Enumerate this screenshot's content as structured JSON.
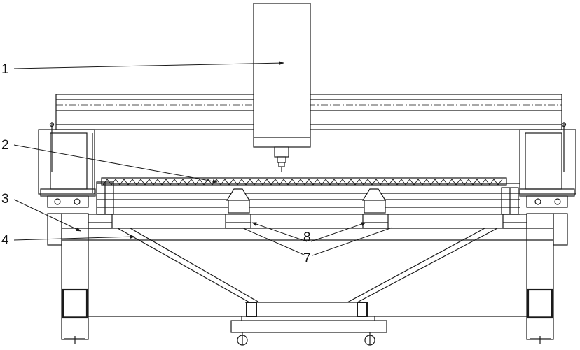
{
  "labels": {
    "l1": "1",
    "l2": "2",
    "l3": "3",
    "l4": "4",
    "l7": "7",
    "l8": "8"
  },
  "colors": {
    "ink": "#1a1a1a",
    "background": "#ffffff"
  }
}
